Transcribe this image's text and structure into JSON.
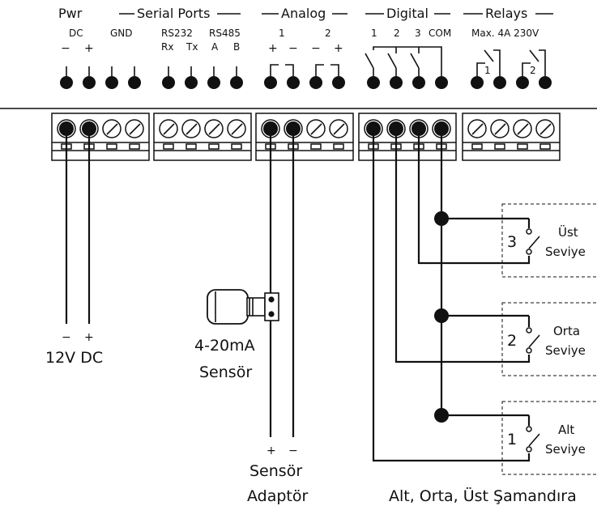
{
  "header": {
    "groups": [
      {
        "id": "pwr",
        "label": "Pwr"
      },
      {
        "id": "serial",
        "label": "Serial Ports"
      },
      {
        "id": "analog",
        "label": "Analog"
      },
      {
        "id": "digital",
        "label": "Digital"
      },
      {
        "id": "relays",
        "label": "Relays"
      }
    ],
    "sublabels": {
      "dc": "DC",
      "gnd": "GND",
      "rs232": "RS232",
      "rs485": "RS485",
      "an1": "1",
      "an2": "2",
      "d1": "1",
      "d2": "2",
      "d3": "3",
      "com": "COM",
      "relay_rating": "Max. 4A 230V"
    },
    "pins": {
      "dc_minus": "−",
      "dc_plus": "+",
      "rx": "Rx",
      "tx": "Tx",
      "a": "A",
      "b": "B",
      "an1_plus": "+",
      "an1_minus": "−",
      "an2_minus": "−",
      "an2_plus": "+",
      "relay1": "1",
      "relay2": "2"
    }
  },
  "power": {
    "minus": "−",
    "plus": "+",
    "label": "12V DC"
  },
  "sensor": {
    "line1": "4-20mA",
    "line2": "Sensör"
  },
  "adapter": {
    "plus": "+",
    "minus": "−",
    "line1": "Sensör",
    "line2": "Adaptör"
  },
  "floats": [
    {
      "num": "3",
      "line1": "Üst",
      "line2": "Seviye"
    },
    {
      "num": "2",
      "line1": "Orta",
      "line2": "Seviye"
    },
    {
      "num": "1",
      "line1": "Alt",
      "line2": "Seviye"
    }
  ],
  "floats_caption": "Alt, Orta, Üst Şamandıra"
}
